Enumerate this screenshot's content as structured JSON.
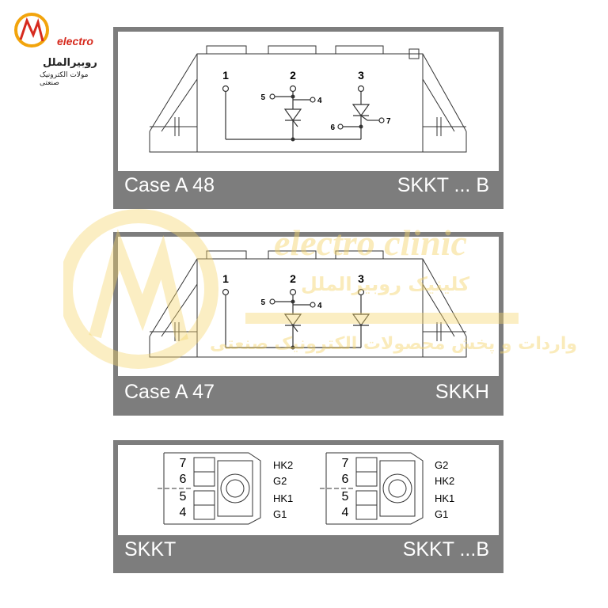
{
  "logo": {
    "brand": "electro",
    "line1": "روبیرالملل",
    "line2": "مولات الکترونیک صنعتی"
  },
  "panels": [
    {
      "caption_left": "Case A 48",
      "caption_right": "SKKT ... B",
      "terminals": [
        "1",
        "2",
        "3"
      ],
      "gate_labels": [
        "5",
        "4",
        "6",
        "7"
      ]
    },
    {
      "caption_left": "Case A 47",
      "caption_right": "SKKH",
      "terminals": [
        "1",
        "2",
        "3"
      ],
      "gate_labels": [
        "5",
        "4"
      ]
    },
    {
      "caption_left": "SKKT",
      "caption_right": "SKKT ...B",
      "left_pins": [
        "7",
        "6",
        "5",
        "4"
      ],
      "left_signals": [
        "HK2",
        "G2",
        "HK1",
        "G1"
      ],
      "right_pins": [
        "7",
        "6",
        "5",
        "4"
      ],
      "right_signals": [
        "G2",
        "HK2",
        "HK1",
        "G1"
      ]
    }
  ],
  "watermark": {
    "line1": "electro clinic",
    "line2": "کلینیک روبیرالملل",
    "line3": "واردات و پخش محصولات الکترونیک صنعتی"
  },
  "colors": {
    "frame": "#7d7d7d",
    "line": "#333333",
    "logo_red": "#d62a1e",
    "watermark": "#f4d46a"
  }
}
